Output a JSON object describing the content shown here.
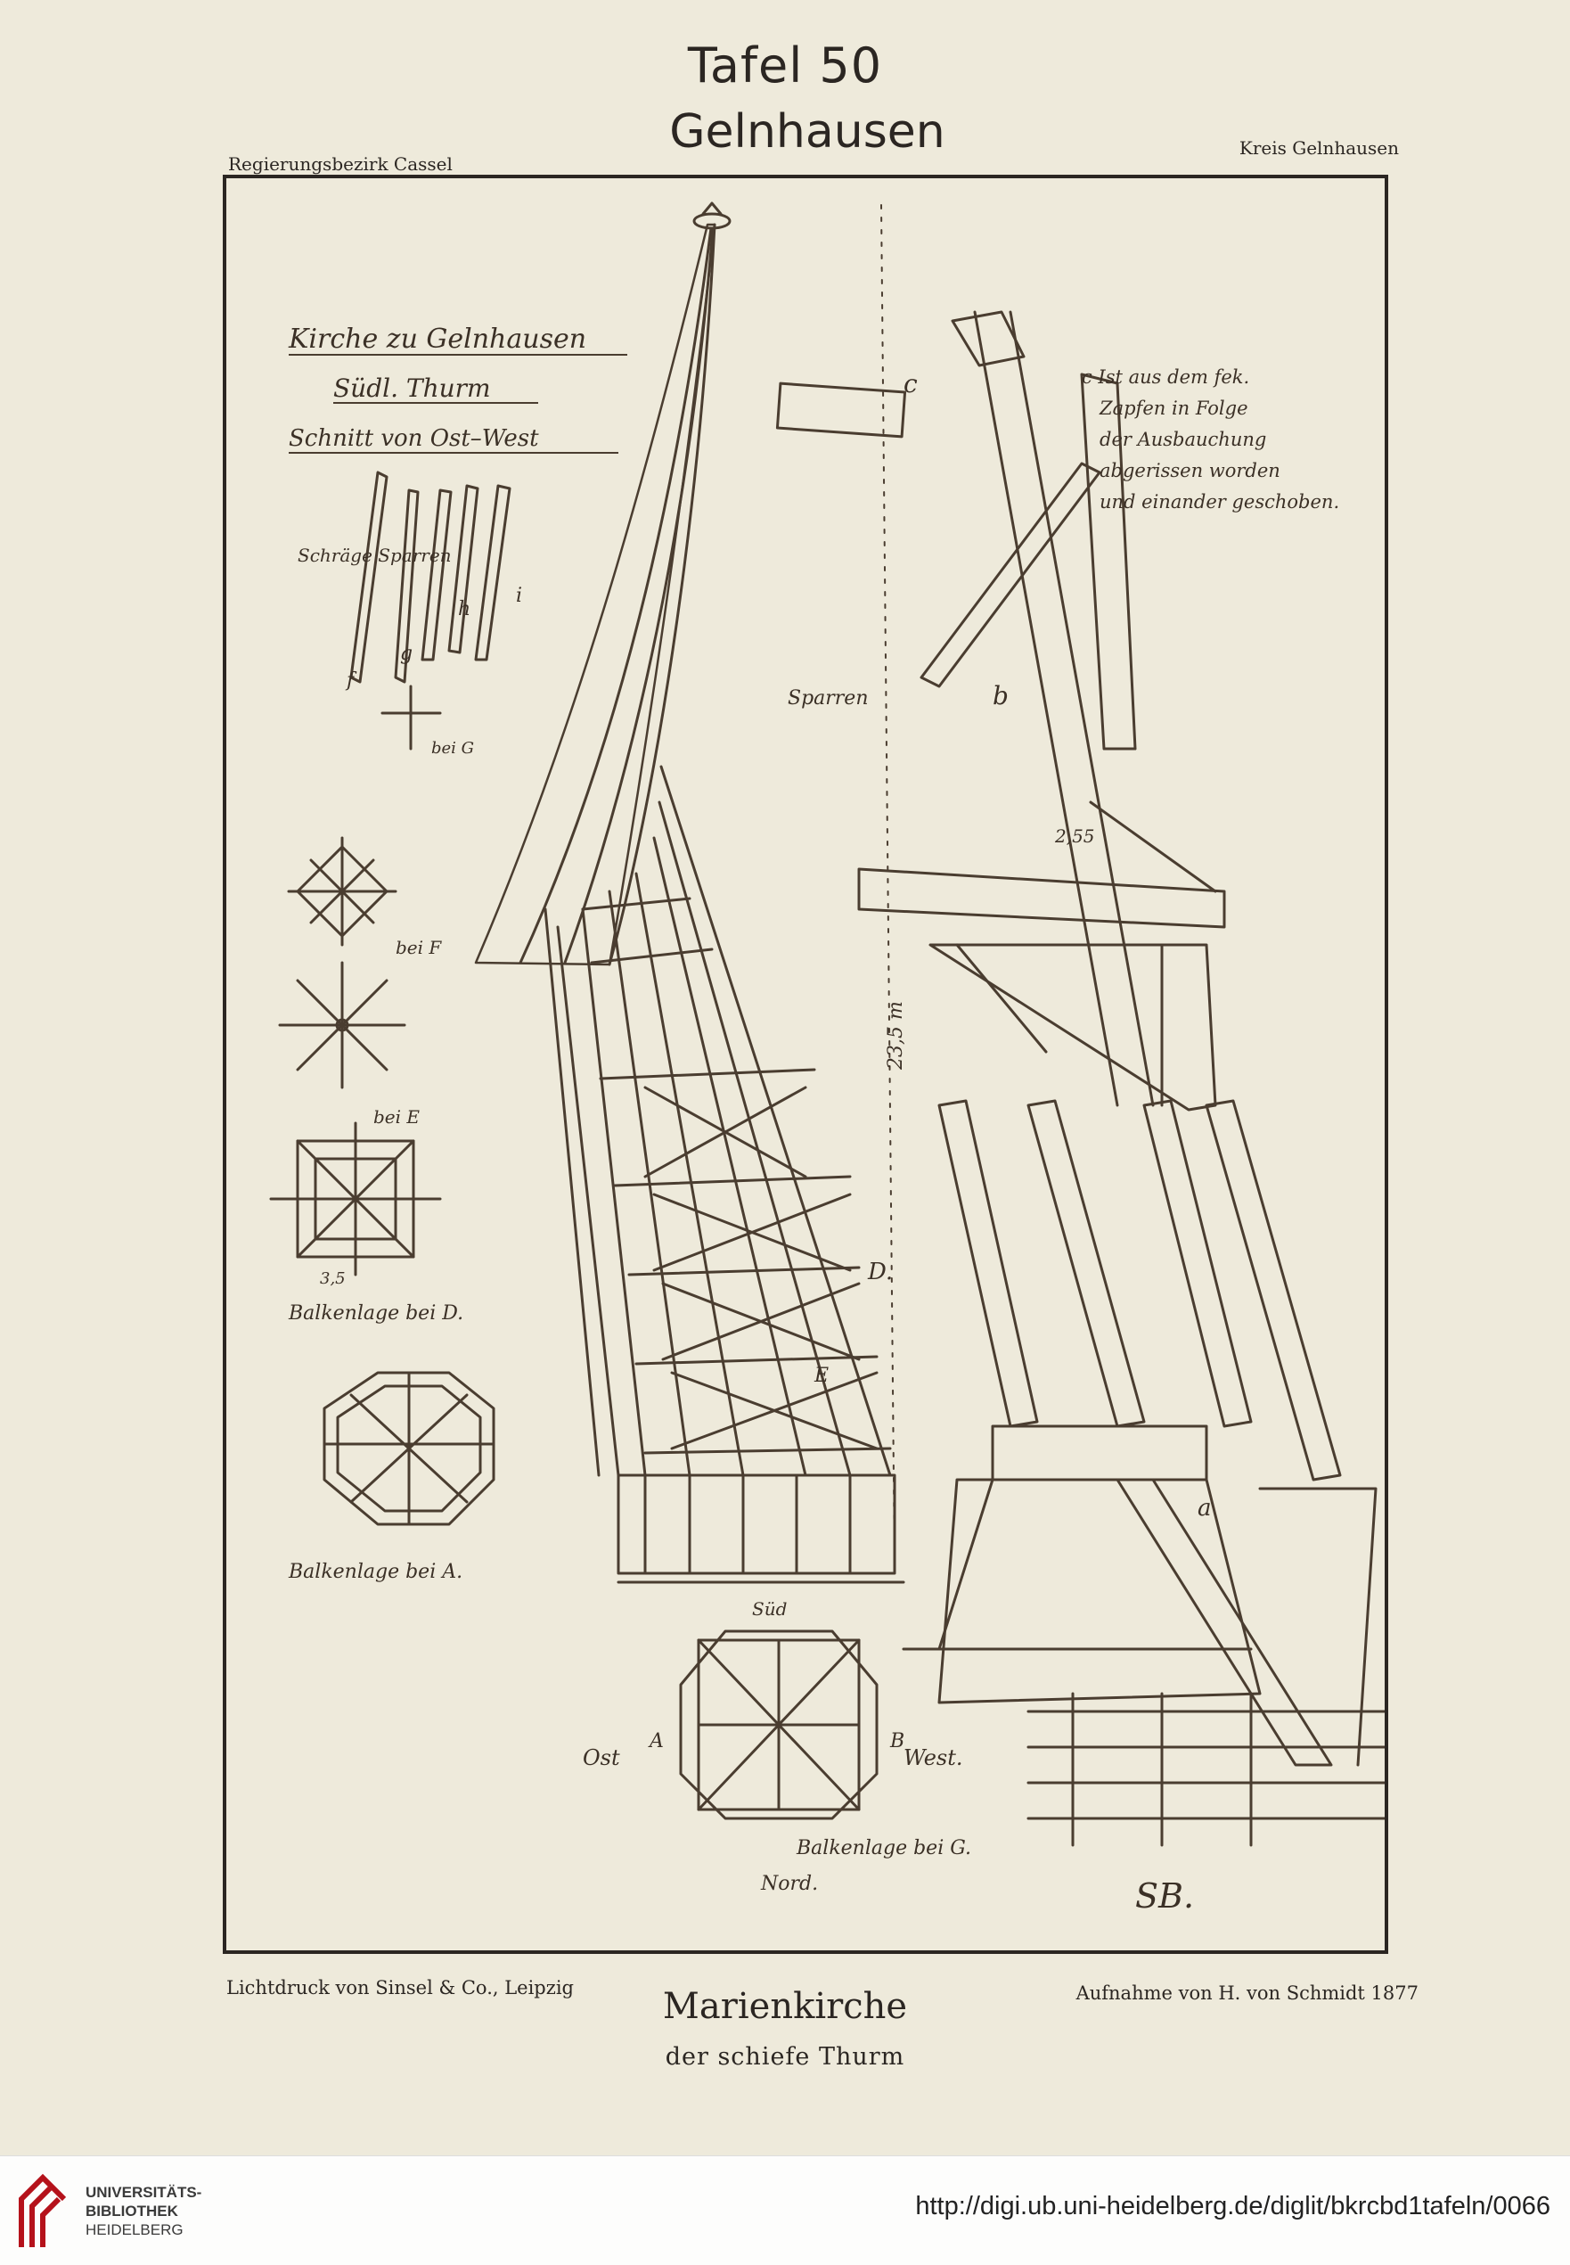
{
  "plate": {
    "number": "Tafel 50",
    "town": "Gelnhausen",
    "district_left": "Regierungsbezirk Cassel",
    "district_right": "Kreis Gelnhausen"
  },
  "sketch": {
    "heading_1": "Kirche zu Gelnhausen",
    "heading_2": "Südl. Thurm",
    "heading_3": "Schnitt von Ost–West",
    "note_c_1": "c Ist aus dem fek.",
    "note_c_2": "Zapfen in Folge",
    "note_c_3": "der Ausbauchung",
    "note_c_4": "abgerissen worden",
    "note_c_5": "und einander geschoben.",
    "label_sparren_left": "Schräge Sparren",
    "label_sparren_right": "Sparren",
    "label_a": "a",
    "label_b": "b",
    "label_c": "c",
    "label_D": "D.",
    "label_E": "E",
    "label_f": "f",
    "label_g": "g",
    "label_h": "h",
    "label_i": "i",
    "label_bei_E": "bei E",
    "label_bei_F": "bei F",
    "label_bei_G": "bei G",
    "balkenlage_D": "Balkenlage bei D.",
    "balkenlage_A": "Balkenlage bei A.",
    "balkenlage_G": "Balkenlage bei G.",
    "compass_ost": "Ost",
    "compass_west": "West.",
    "compass_sued": "Süd",
    "compass_nord": "Nord.",
    "marker_A": "A",
    "marker_B": "B",
    "height_mark": "23,5 m",
    "measure_1": "3,5",
    "measure_2": "2,55",
    "monogram": "SB."
  },
  "credits": {
    "printer": "Lichtdruck von Sinsel & Co., Leipzig",
    "survey": "Aufnahme von H. von Schmidt 1877",
    "church": "Marienkirche",
    "subtitle": "der schiefe Thurm"
  },
  "footer": {
    "library_line_1": "UNIVERSITÄTS-",
    "library_line_2": "BIBLIOTHEK",
    "library_line_3": "HEIDELBERG",
    "url": "http://digi.ub.uni-heidelberg.de/diglit/bkrcbd1tafeln/0066",
    "logo_color": "#b5121b"
  }
}
